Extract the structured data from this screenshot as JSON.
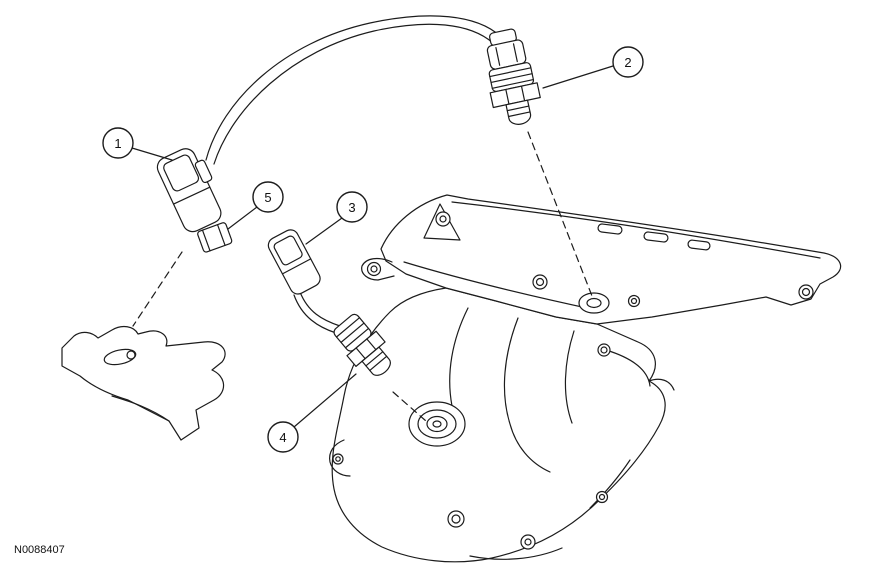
{
  "figure": {
    "id": "N0088407"
  },
  "style": {
    "background": "#ffffff",
    "line_color": "#1c1c1c"
  },
  "callouts": [
    {
      "number": "1"
    },
    {
      "number": "2"
    },
    {
      "number": "3"
    },
    {
      "number": "4"
    },
    {
      "number": "5"
    }
  ]
}
